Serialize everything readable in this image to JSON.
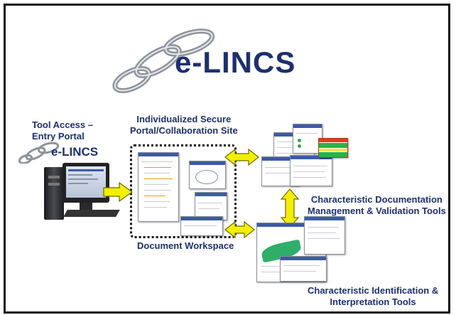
{
  "brand": {
    "name": "e-LINCS",
    "small_name": "e-LINCS"
  },
  "labels": {
    "tool_access": "Tool Access –\nEntry Portal",
    "portal": "Individualized Secure\nPortal/Collaboration Site",
    "workspace": "Document Workspace",
    "doc_tools": "Characteristic Documentation\nManagement & Validation Tools",
    "id_tools": "Characteristic Identification &\nInterpretation Tools"
  },
  "colors": {
    "navy": "#1f2f6e",
    "arrow_fill": "#f2ef00",
    "arrow_stroke": "#6f6b00",
    "chain": "#8f949c"
  },
  "icons": [
    "chain-link-icon",
    "computer-icon",
    "double-arrow-icon"
  ]
}
